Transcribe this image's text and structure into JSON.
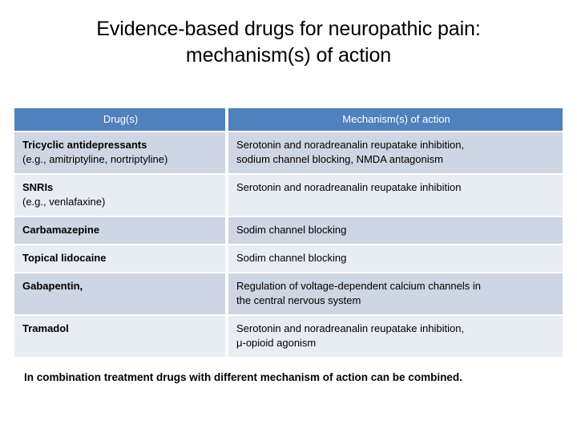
{
  "slide": {
    "title_line1": "Evidence-based drugs for neuropathic pain:",
    "title_line2": "mechanism(s) of action",
    "footer_note": "In combination treatment drugs with different mechanism of action can be combined."
  },
  "colors": {
    "header_background": "#4F81BD",
    "header_text": "#FFFFFF",
    "row_dark": "#CED5E3",
    "row_light": "#E8ECF3",
    "page_background": "#FFFFFF",
    "body_text": "#000000"
  },
  "table": {
    "columns": [
      {
        "key": "drug",
        "label": "Drug(s)"
      },
      {
        "key": "mechanism",
        "label": "Mechanism(s) of action"
      }
    ],
    "rows": [
      {
        "shade": "dark",
        "drug_name": "Tricyclic antidepressants",
        "drug_sub": "(e.g., amitriptyline, nortriptyline)",
        "mechanism_line1": "Serotonin and noradreanalin reupatake inhibition,",
        "mechanism_line2": "sodium channel blocking, NMDA antagonism"
      },
      {
        "shade": "light",
        "drug_name": "SNRIs",
        "drug_sub": "(e.g., venlafaxine)",
        "mechanism_line1": "Serotonin and noradreanalin reupatake inhibition",
        "mechanism_line2": ""
      },
      {
        "shade": "dark",
        "drug_name": "Carbamazepine",
        "drug_sub": "",
        "mechanism_line1": "Sodim channel blocking",
        "mechanism_line2": ""
      },
      {
        "shade": "light",
        "drug_name": "Topical lidocaine",
        "drug_sub": "",
        "mechanism_line1": "Sodim channel blocking",
        "mechanism_line2": ""
      },
      {
        "shade": "dark",
        "drug_name": "Gabapentin,",
        "drug_sub": "",
        "mechanism_line1": "Regulation of voltage-dependent  calcium channels in",
        "mechanism_line2": "the central nervous system"
      },
      {
        "shade": "light",
        "drug_name": "Tramadol",
        "drug_sub": "",
        "mechanism_line1": "Serotonin and noradreanalin reupatake inhibition,",
        "mechanism_line2": "μ-opioid agonism"
      }
    ]
  }
}
